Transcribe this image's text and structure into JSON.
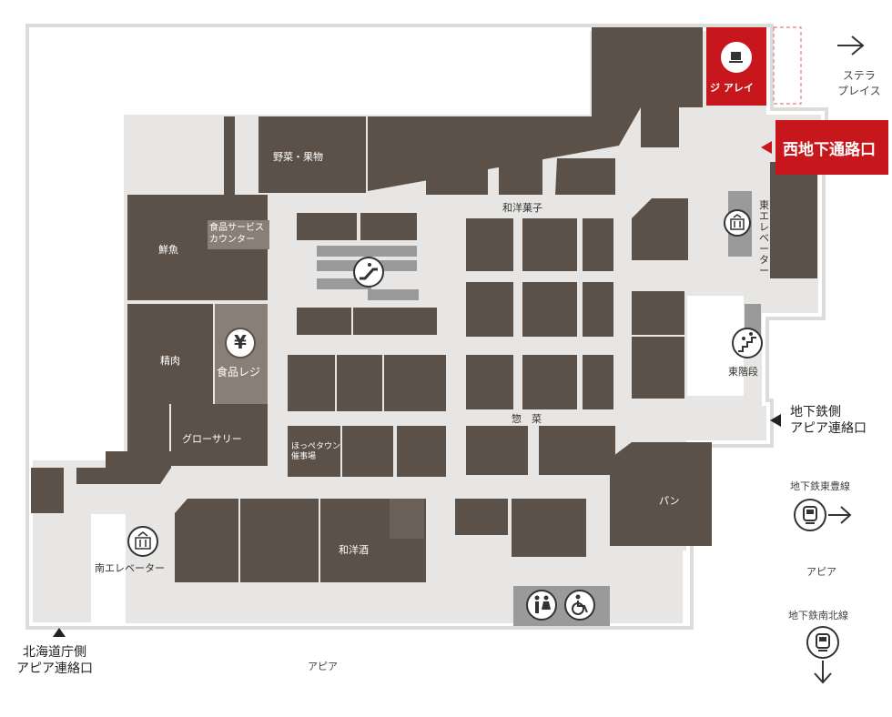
{
  "colors": {
    "floor": "#e7e6e4",
    "shop": "#5b5148",
    "service": "#8a7f76",
    "stairs_gray": "#9a9a9a",
    "accent_red": "#c8161d",
    "text": "#222222"
  },
  "shops": {
    "vegetables": "野菜・果物",
    "fish": "鮮魚",
    "meat": "精肉",
    "grocery": "グローサリー",
    "bakery": "パン",
    "liquor": "和洋酒",
    "sweets": "和洋菓子",
    "deli": "惣　菜",
    "hoppe_1": "ほっぺタウン",
    "hoppe_2": "催事場",
    "service_counter_1": "食品サービス",
    "service_counter_2": "カウンター",
    "register": "食品レジ",
    "cafe": "ジ アレイ"
  },
  "facilities": {
    "east_elevator": "東エレベーター",
    "east_stairs": "東階段",
    "south_elevator": "南エレベーター",
    "escalator_icon": "escalator-icon",
    "restroom_icon": "restroom-icon",
    "wheelchair_icon": "wheelchair-icon",
    "yen_symbol": "¥"
  },
  "exits": {
    "west_underground": "西地下通路口",
    "stellar_place_1": "ステラ",
    "stellar_place_2": "プレイス",
    "subway_side_1": "地下鉄側",
    "subway_side_2": "アピア連絡口",
    "hokkaido_office_1": "北海道庁側",
    "hokkaido_office_2": "アピア連絡口",
    "toho_line": "地下鉄東豊線",
    "apia_right": "アピア",
    "nanboku_line": "地下鉄南北線",
    "apia_bottom": "アピア"
  }
}
